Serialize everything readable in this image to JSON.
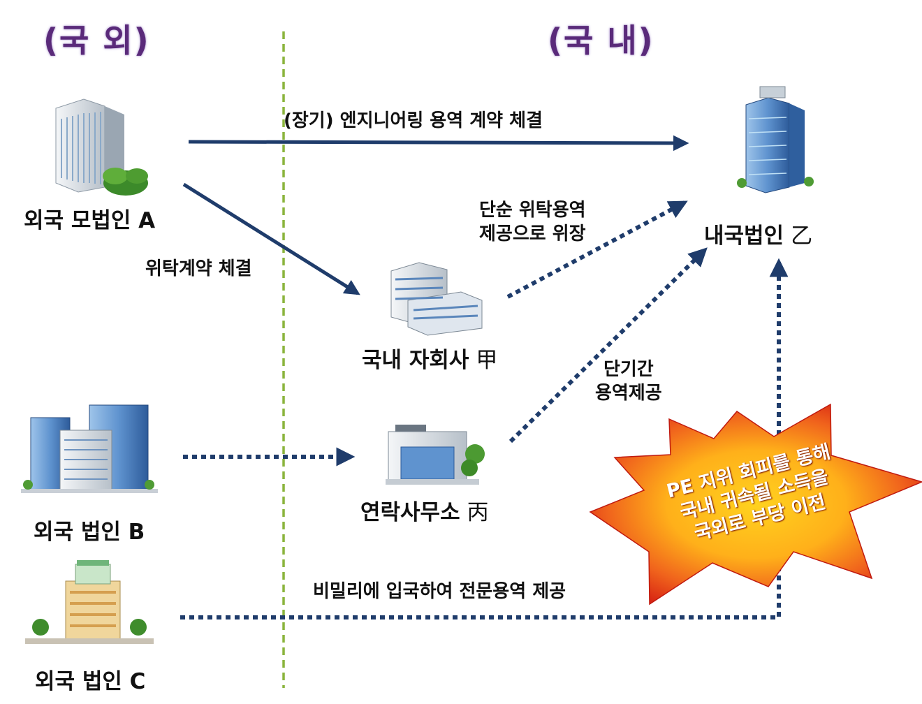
{
  "regions": {
    "overseas": "(국 외)",
    "domestic": "(국 내)"
  },
  "entities": {
    "parent_a": "외국 모법인 A",
    "domestic_corp": {
      "name": "내국법인",
      "mark": "乙"
    },
    "subsidiary": {
      "name": "국내 자회사",
      "mark": "甲"
    },
    "liaison_office": {
      "name": "연락사무소",
      "mark": "丙"
    },
    "foreign_b": "외국 법인 B",
    "foreign_c": "외국 법인 C"
  },
  "labels": {
    "long_term_contract": "(장기) 엔지니어링 용역 계약 체결",
    "consignment_contract": "위탁계약 체결",
    "disguise_line1": "단순 위탁용역",
    "disguise_line2": "제공으로 위장",
    "short_term_line1": "단기간",
    "short_term_line2": "용역제공",
    "secret_entry": "비밀리에 입국하여 전문용역 제공"
  },
  "burst": {
    "line1": "PE 지위 회피를 통해",
    "line2": "국내 귀속될 소득을",
    "line3": "국외로 부당 이전"
  },
  "colors": {
    "arrow": "#1f3c6b",
    "divider": "#8ab43c",
    "region_text": "#5a2a7a",
    "burst_outer": "#d41c12",
    "burst_inner": "#ffcc1a"
  }
}
